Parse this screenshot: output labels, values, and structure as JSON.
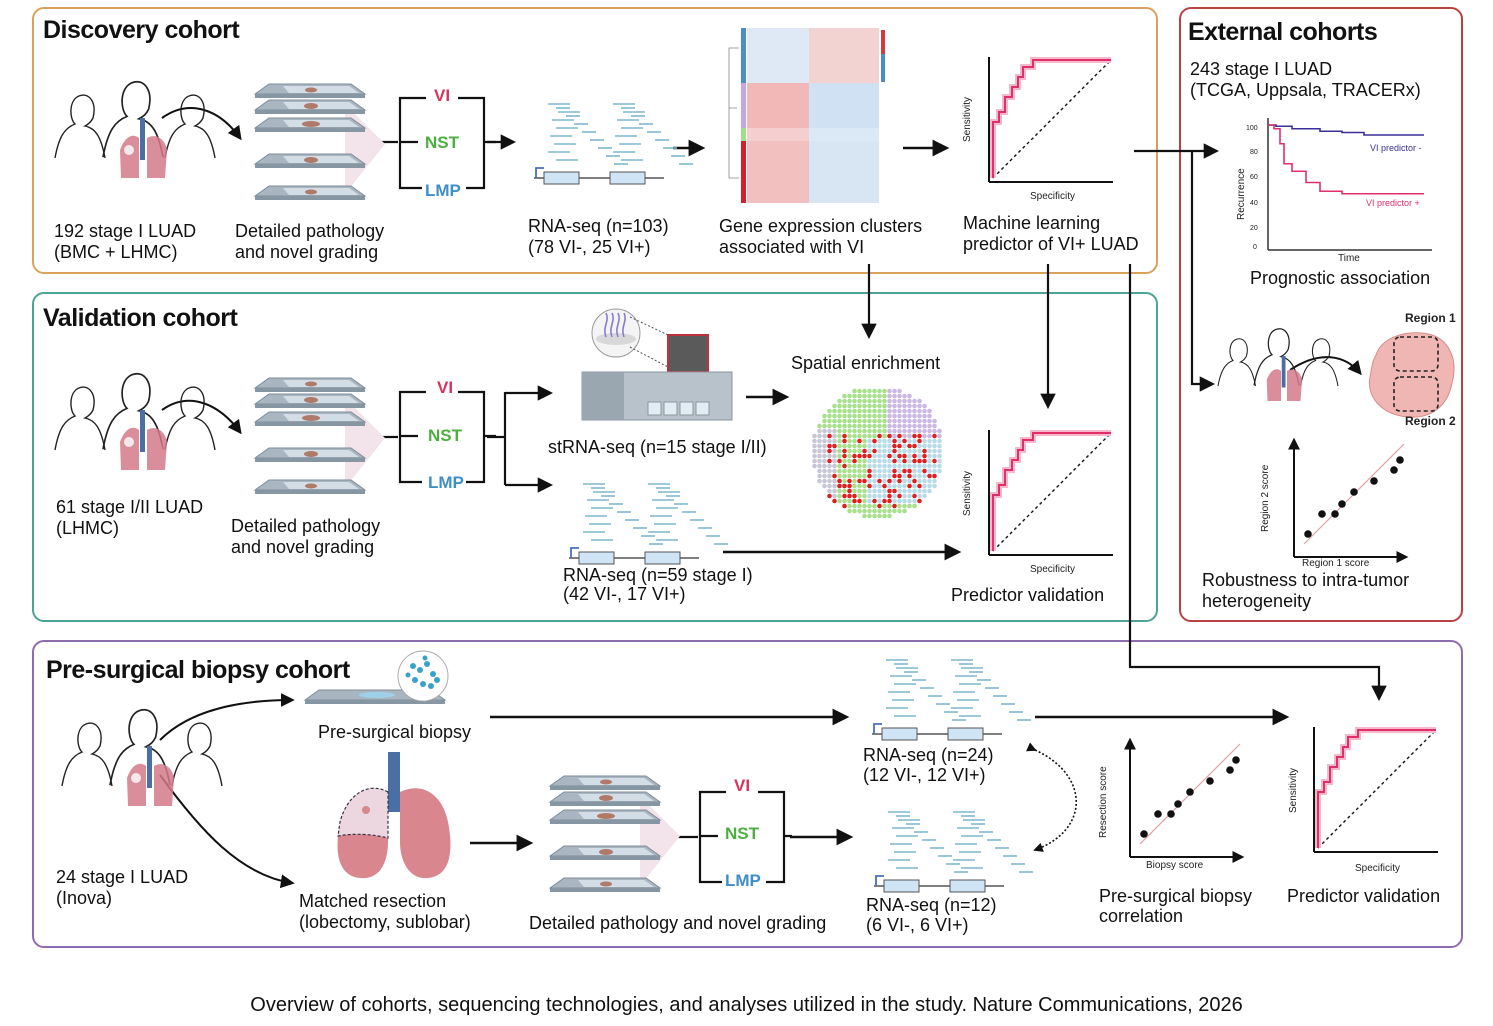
{
  "colors": {
    "discovery_border": "#d9a25a",
    "validation_border": "#4aa393",
    "biopsy_border": "#8f6bb0",
    "external_border": "#b8423f",
    "vi": "#d7335d",
    "nst": "#4caf3f",
    "lmp": "#3f8fc7",
    "roc_curve": "#e0306a",
    "km_negative": "#3b2f9a",
    "km_positive": "#e0306a"
  },
  "discovery": {
    "title": "Discovery cohort",
    "patients_line1": "192 stage I LUAD",
    "patients_line2": "(BMC + LHMC)",
    "pathology_line1": "Detailed pathology",
    "pathology_line2": "and novel grading",
    "grades": [
      "VI",
      "NST",
      "LMP"
    ],
    "rnaseq_line1": "RNA-seq (n=103)",
    "rnaseq_line2": "(78 VI-, 25 VI+)",
    "clusters_line1": "Gene expression clusters",
    "clusters_line2": "associated with VI",
    "roc": {
      "ylabel": "Sensitivity",
      "xlabel": "Specificity"
    },
    "ml_line1": "Machine learning",
    "ml_line2": "predictor of VI+ LUAD"
  },
  "validation": {
    "title": "Validation cohort",
    "patients_line1": "61 stage I/II LUAD",
    "patients_line2": "(LHMC)",
    "pathology_line1": "Detailed pathology",
    "pathology_line2": "and novel grading",
    "grades": [
      "VI",
      "NST",
      "LMP"
    ],
    "strnaseq": "stRNA-seq (n=15 stage I/II)",
    "spatial": "Spatial enrichment",
    "rnaseq_line1": "RNA-seq (n=59 stage I)",
    "rnaseq_line2": "(42 VI-, 17 VI+)",
    "roc": {
      "ylabel": "Sensitivity",
      "xlabel": "Specificity"
    },
    "predictor": "Predictor validation"
  },
  "external": {
    "title": "External cohorts",
    "patients_line1": "243 stage I LUAD",
    "patients_line2": "(TCGA, Uppsala, TRACERx)",
    "km": {
      "ylabel": "Recurrence",
      "xlabel": "Time",
      "yticks": [
        "100",
        "80",
        "60",
        "40",
        "20",
        "0"
      ],
      "neg_label": "VI predictor -",
      "pos_label": "VI predictor +"
    },
    "prognostic": "Prognostic association",
    "region1": "Region 1",
    "region2": "Region 2",
    "scatter": {
      "ylabel": "Region 2 score",
      "xlabel": "Region 1 score"
    },
    "robust_line1": "Robustness to intra-tumor",
    "robust_line2": "heterogeneity"
  },
  "biopsy": {
    "title": "Pre-surgical biopsy cohort",
    "patients_line1": "24 stage I LUAD",
    "patients_line2": "(Inova)",
    "biopsy_label": "Pre-surgical biopsy",
    "resection_line1": "Matched resection",
    "resection_line2": "(lobectomy, sublobar)",
    "pathology": "Detailed pathology and novel grading",
    "grades": [
      "VI",
      "NST",
      "LMP"
    ],
    "rnaseq1_line1": "RNA-seq (n=24)",
    "rnaseq1_line2": "(12 VI-, 12 VI+)",
    "rnaseq2_line1": "RNA-seq (n=12)",
    "rnaseq2_line2": "(6 VI-, 6 VI+)",
    "scatter": {
      "ylabel": "Resection  score",
      "xlabel": "Biopsy score"
    },
    "correlation_line1": "Pre-surgical biopsy",
    "correlation_line2": "correlation",
    "roc": {
      "ylabel": "Sensitivity",
      "xlabel": "Specificity"
    },
    "predictor": "Predictor validation"
  },
  "caption": "Overview of cohorts, sequencing technologies, and analyses utilized in the study. Nature Communications, 2026"
}
